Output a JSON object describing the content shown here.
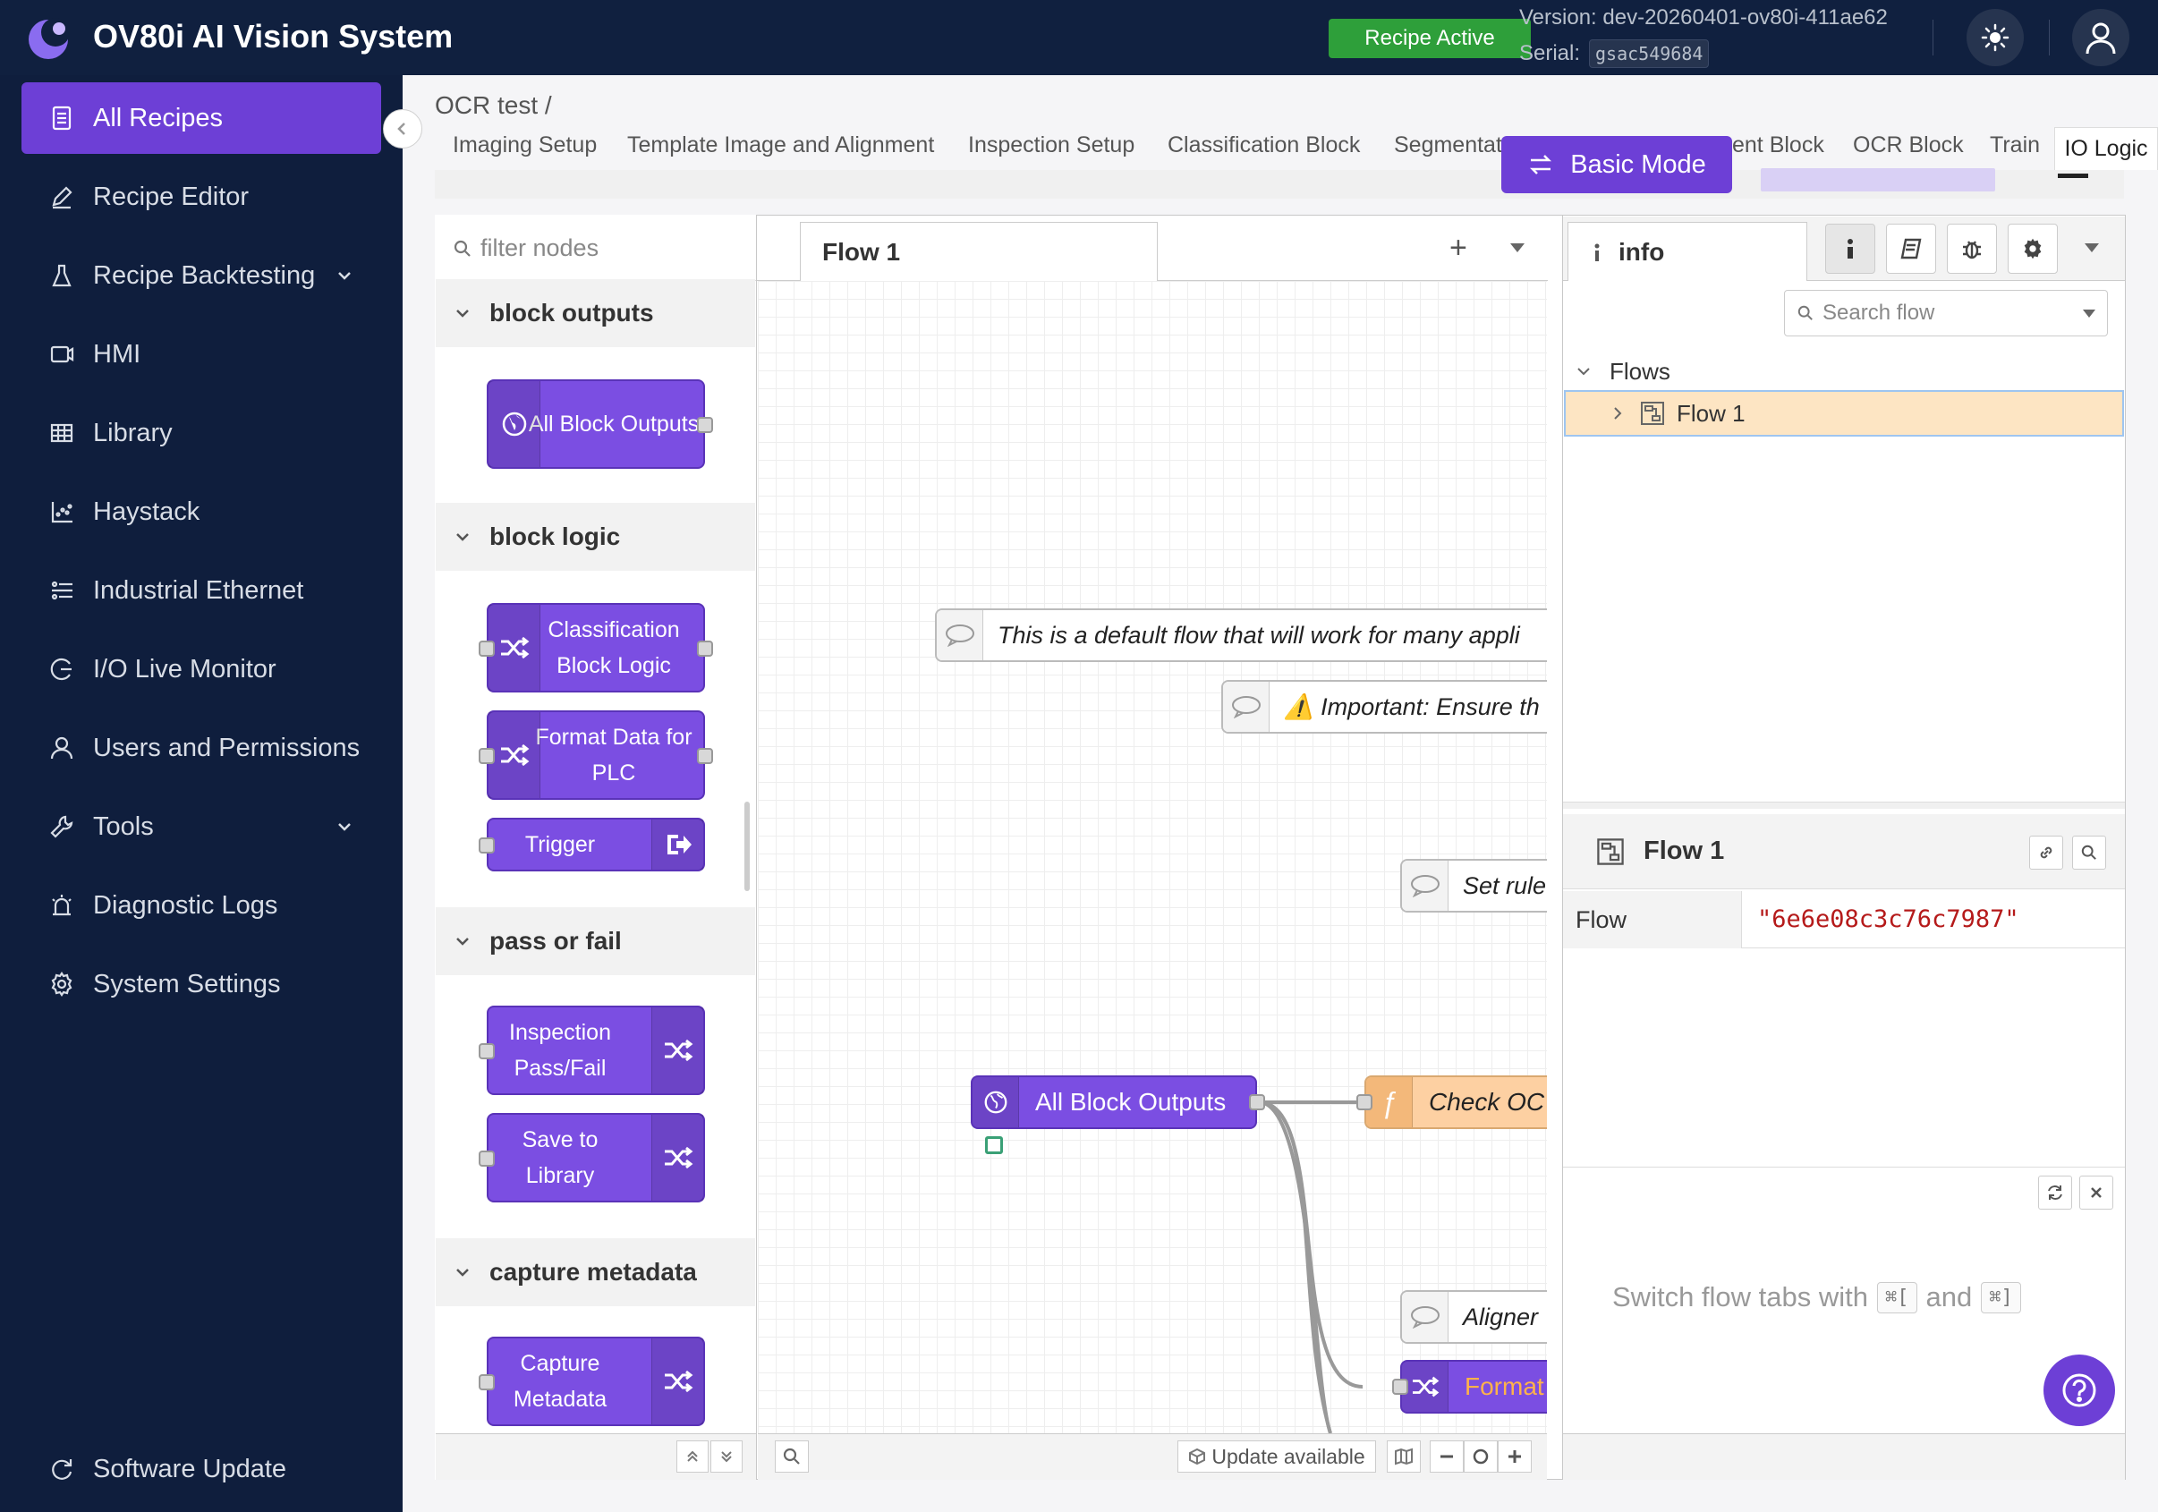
{
  "header": {
    "app_title": "OV80i AI Vision System",
    "recipe_status": "Recipe Active",
    "version": "Version: dev-20260401-ov80i-411ae62",
    "serial_label": "Serial:",
    "serial_value": "gsac549684",
    "status_color": "#2e9f3a",
    "brand_color": "#6d3fd6"
  },
  "sidebar": {
    "items": [
      {
        "label": "All Recipes",
        "icon": "recipes-icon"
      },
      {
        "label": "Recipe Editor",
        "icon": "pencil-icon"
      },
      {
        "label": "Recipe Backtesting",
        "icon": "flask-icon"
      },
      {
        "label": "HMI",
        "icon": "screen-icon"
      },
      {
        "label": "Library",
        "icon": "grid-icon"
      },
      {
        "label": "Haystack",
        "icon": "chart-icon"
      },
      {
        "label": "Industrial Ethernet",
        "icon": "ethernet-icon"
      },
      {
        "label": "I/O Live Monitor",
        "icon": "monitor-icon"
      },
      {
        "label": "Users and Permissions",
        "icon": "user-icon"
      },
      {
        "label": "Tools",
        "icon": "wrench-icon"
      },
      {
        "label": "Diagnostic Logs",
        "icon": "alarm-icon"
      },
      {
        "label": "System Settings",
        "icon": "gear-icon"
      }
    ],
    "software_update": "Software Update"
  },
  "main": {
    "breadcrumb": "OCR test  /",
    "tabs": [
      "Imaging Setup",
      "Template Image and Alignment",
      "Inspection Setup",
      "Classification Block",
      "Segmentat",
      "ent Block",
      "OCR Block",
      "Train",
      "IO Logic"
    ],
    "basic_mode": "Basic Mode"
  },
  "palette": {
    "filter_placeholder": "filter nodes",
    "categories": [
      "block outputs",
      "block logic",
      "pass or fail",
      "capture metadata"
    ],
    "nodes": [
      "All Block Outputs",
      "Classification Block Logic",
      "Format Data for PLC",
      "Trigger",
      "Inspection Pass/Fail",
      "Save to Library",
      "Capture Metadata"
    ]
  },
  "workspace": {
    "tab": "Flow 1",
    "comments": [
      "This is a default flow that will work for many appli",
      "⚠️ Important: Ensure th",
      "Set rule",
      "Aligner"
    ],
    "nodes": [
      "All Block Outputs",
      "Check OC",
      "Format"
    ],
    "footer": {
      "update": "Update available"
    }
  },
  "info_panel": {
    "tab": "info",
    "search_placeholder": "Search flow",
    "tree_root": "Flows",
    "tree_item": "Flow 1",
    "prop_title": "Flow 1",
    "prop_key": "Flow",
    "prop_value": "\"6e6e08c3c76c7987\"",
    "tip_prefix": "Switch flow tabs with",
    "tip_key1": "⌘[",
    "tip_and": "and",
    "tip_key2": "⌘]"
  }
}
